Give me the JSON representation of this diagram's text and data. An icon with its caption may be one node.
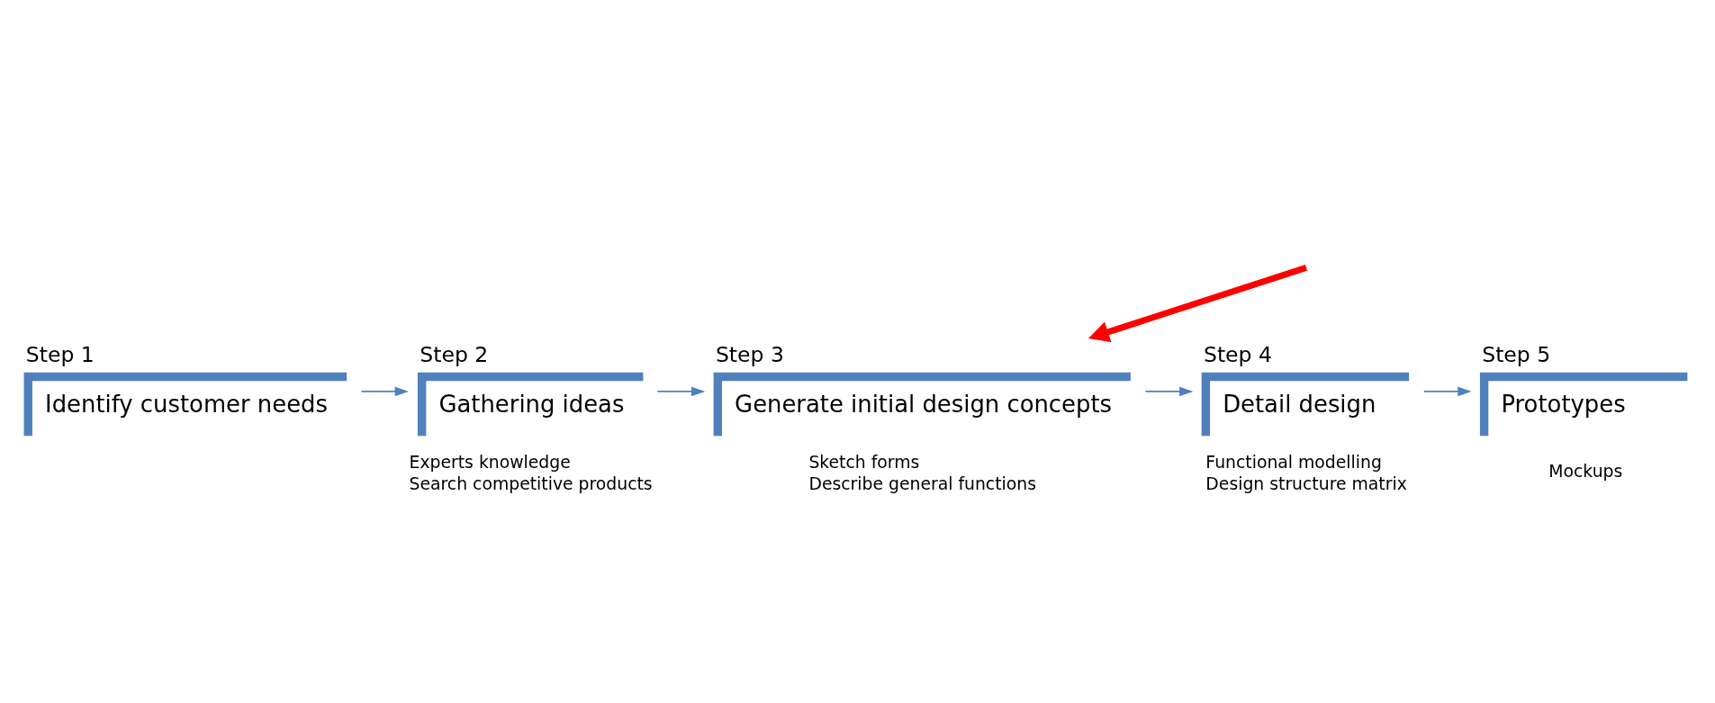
{
  "diagram": {
    "nodes": [
      {
        "text": [
          "Step 1",
          "Identify customer needs"
        ]
      },
      {
        "text": [
          "Step 2",
          "Gathering ideas"
        ],
        "beside": [
          "Experts knowledge",
          "Search competitive products"
        ]
      },
      {
        "text": [
          "Step 3",
          "Generate initial design concepts"
        ],
        "beside": [
          "Sketch forms",
          "Describe general functions"
        ]
      },
      {
        "text": [
          "Step 4",
          "Detail design"
        ],
        "beside": [
          "Functional modelling",
          "Design structure matrix"
        ]
      },
      {
        "text": [
          "Step 5",
          "Prototypes"
        ],
        "beside": [
          "Mockups"
        ]
      }
    ],
    "edges": [
      {
        "from": 0,
        "to": 1,
        "arrow": "to"
      },
      {
        "from": 1,
        "to": 2,
        "arrow": "to"
      },
      {
        "from": 2,
        "to": 3,
        "arrow": "to"
      },
      {
        "from": 3,
        "to": 4,
        "arrow": "to"
      },
      {
        "from": null,
        "to": 2,
        "arrow": "to",
        "style": "thick",
        "color": "#ff0000"
      }
    ]
  }
}
